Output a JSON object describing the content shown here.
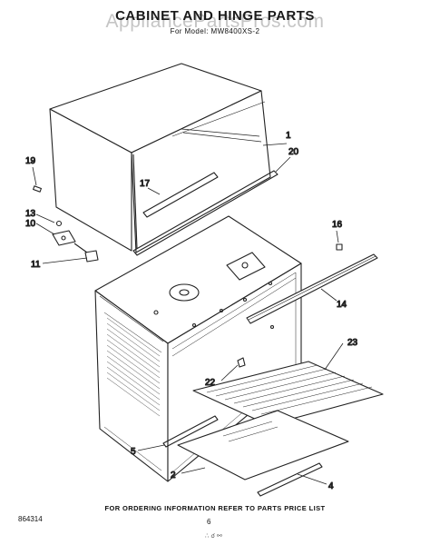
{
  "header": {
    "title": "CABINET AND HINGE PARTS",
    "subtitle": "For Model: MW8400XS-2",
    "watermark": "AppliancePartsPros.com"
  },
  "footer": {
    "note": "FOR ORDERING INFORMATION REFER TO PARTS PRICE LIST",
    "code": "864314",
    "page": "6",
    "scribble": "∴ ☌ ⚯"
  },
  "callouts": [
    "1",
    "20",
    "17",
    "19",
    "13",
    "10",
    "16",
    "11",
    "14",
    "23",
    "22",
    "5",
    "2",
    "4"
  ]
}
